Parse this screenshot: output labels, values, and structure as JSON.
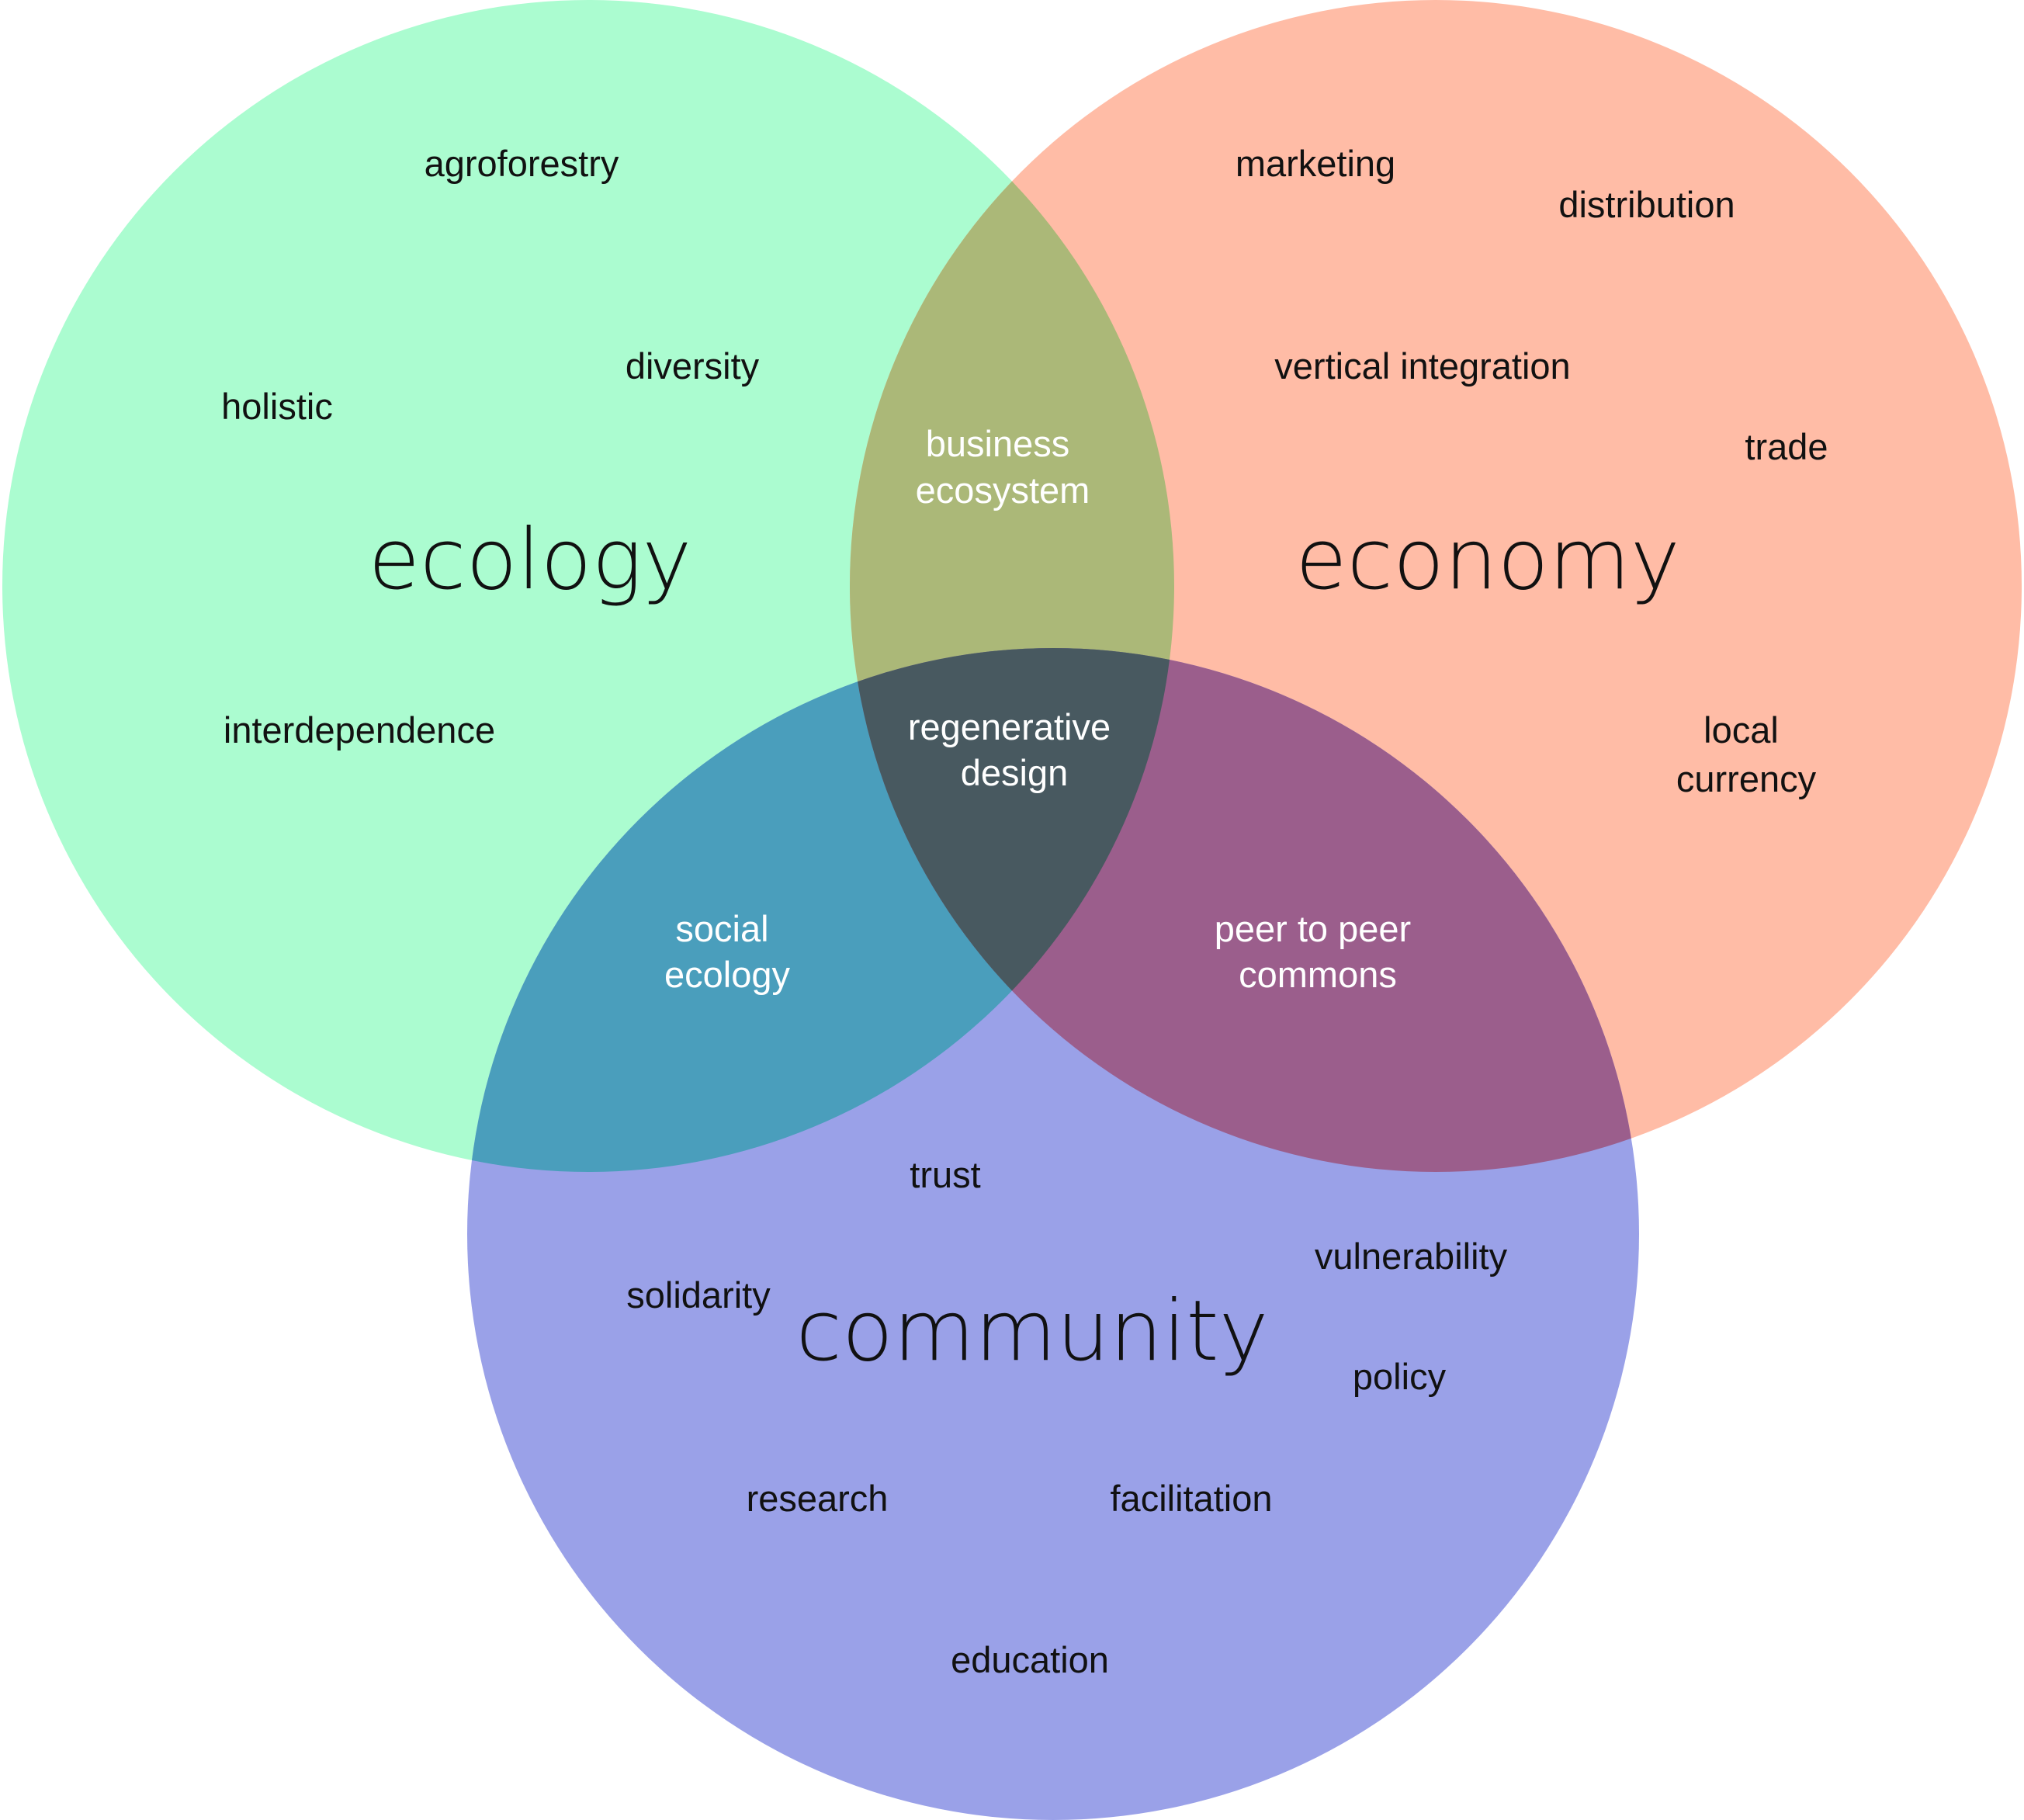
{
  "colors": {
    "ecology": "#abfcd0",
    "economy": "#ffbca6",
    "community": "#9aa1e8",
    "ecology_economy": "#abb878",
    "ecology_community": "#4a9ebc",
    "economy_community": "#9b5e8c",
    "center": "#485960",
    "background": "#ffffff"
  },
  "sets": {
    "ecology": {
      "title": "ecology",
      "terms": {
        "agroforestry": "agroforestry",
        "diversity": "diversity",
        "holistic": "holistic",
        "interdependence": "interdependence"
      }
    },
    "economy": {
      "title": "economy",
      "terms": {
        "marketing": "marketing",
        "distribution": "distribution",
        "vertical_integration": "vertical integration",
        "trade": "trade",
        "local_currency": [
          "local",
          "currency"
        ]
      }
    },
    "community": {
      "title": "community",
      "terms": {
        "trust": "trust",
        "vulnerability": "vulnerability",
        "solidarity": "solidarity",
        "policy": "policy",
        "research": "research",
        "facilitation": "facilitation",
        "education": "education"
      }
    }
  },
  "overlaps": {
    "ecology_economy": [
      "business",
      "ecosystem"
    ],
    "ecology_community": [
      "social",
      "ecology"
    ],
    "economy_community": [
      "peer to peer",
      "commons"
    ],
    "all_three": [
      "regenerative",
      "design"
    ]
  }
}
